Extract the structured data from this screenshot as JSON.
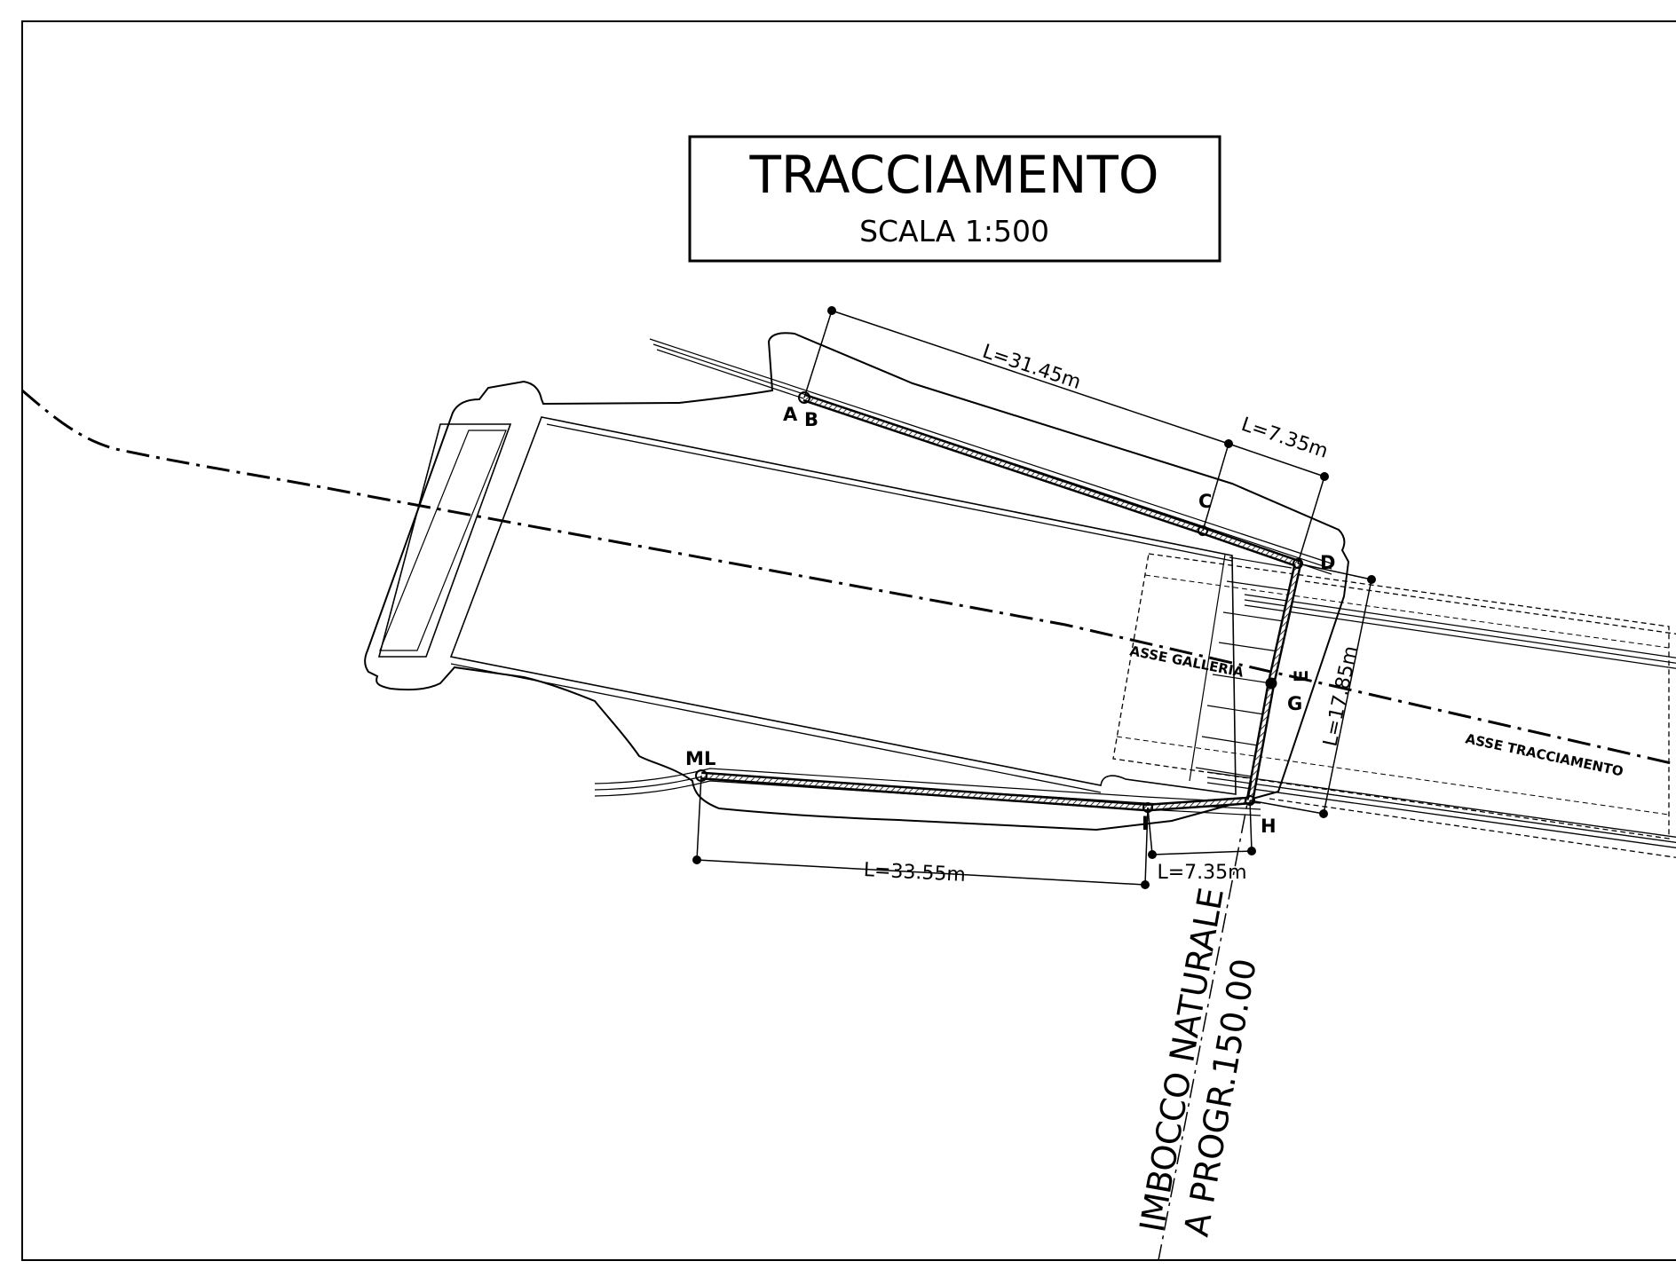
{
  "title_block": {
    "title": "TRACCIAMENTO",
    "scale": "SCALA 1:500"
  },
  "dimensions": {
    "ab_c": "L=31.45m",
    "c_d": "L=7.35m",
    "d_h": "L=17.85m",
    "h_i": "L=7.35m",
    "i_ml": "L=33.55m"
  },
  "points": {
    "A": "A",
    "B": "B",
    "C": "C",
    "D": "D",
    "E": "E",
    "G": "G",
    "H": "H",
    "I": "I",
    "M": "M",
    "L": "L"
  },
  "axes": {
    "galleria": "ASSE GALLERIA",
    "tracciamento": "ASSE TRACCIAMENTO"
  },
  "imbocco": {
    "line1": "IMBOCCO NATURALE",
    "line2": "A PROGR.150.00"
  }
}
